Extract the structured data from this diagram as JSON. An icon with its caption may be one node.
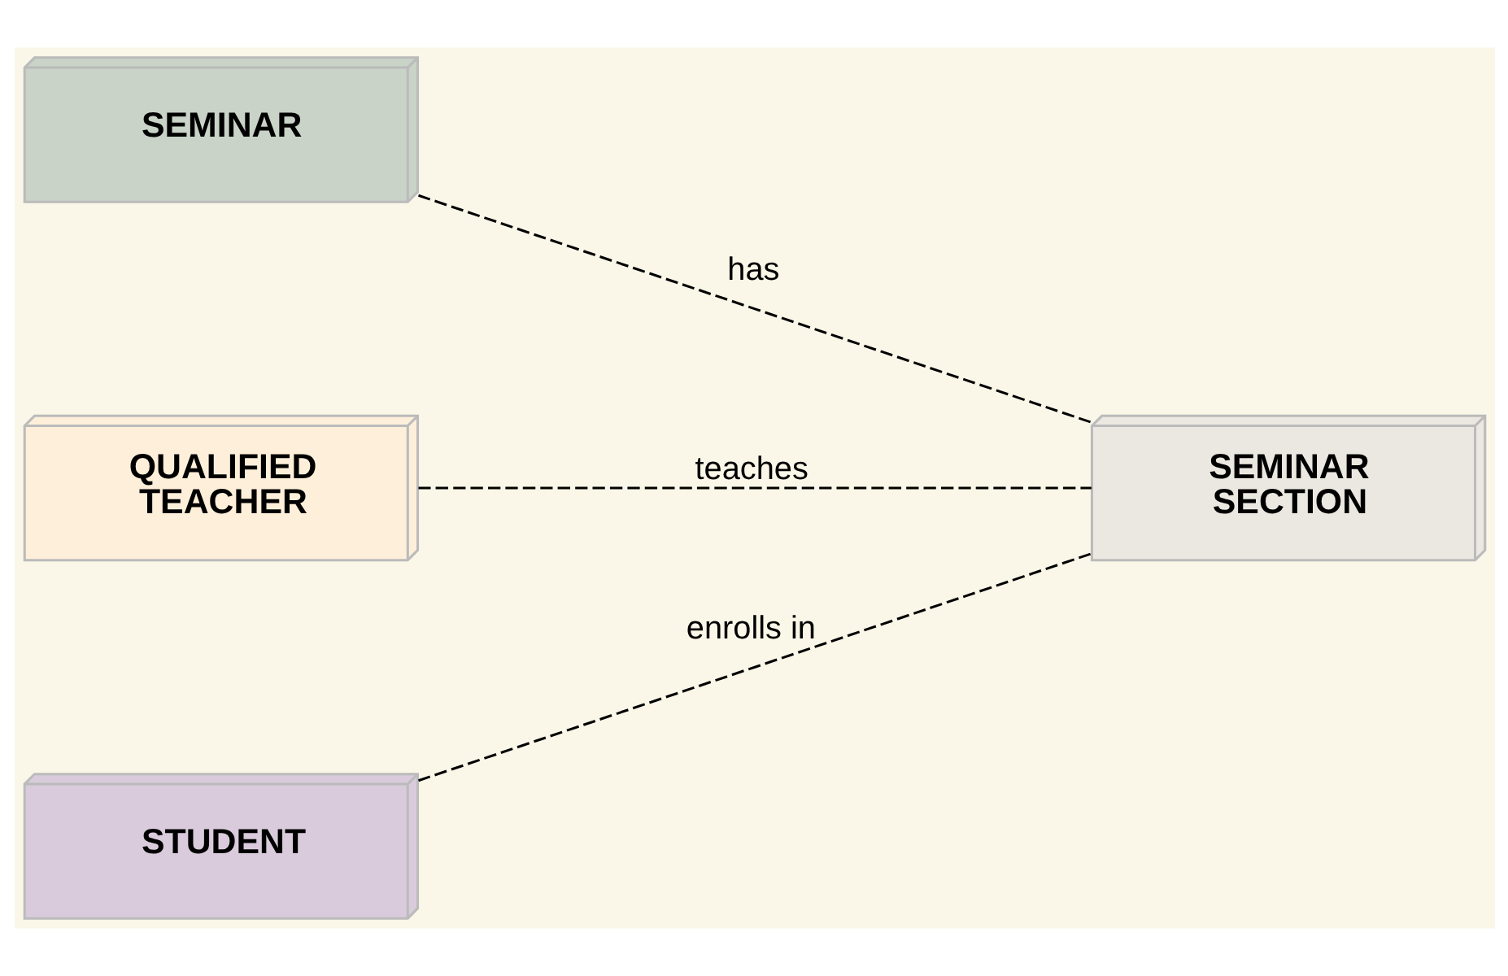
{
  "diagram": {
    "nodes": [
      {
        "text": [
          "SEMINAR"
        ]
      },
      {
        "text": [
          "QUALIFIED TEACHER"
        ]
      },
      {
        "text": [
          "STUDENT"
        ]
      },
      {
        "text": [
          "SEMINAR SECTION"
        ]
      }
    ],
    "edges": [
      {
        "from": 0,
        "to": 3,
        "arrow": "none",
        "label": "has",
        "style": "dashed"
      },
      {
        "from": 1,
        "to": 3,
        "arrow": "none",
        "label": "teaches",
        "style": "dashed"
      },
      {
        "from": 2,
        "to": 3,
        "arrow": "none",
        "label": "enrolls in",
        "style": "dashed"
      }
    ]
  }
}
